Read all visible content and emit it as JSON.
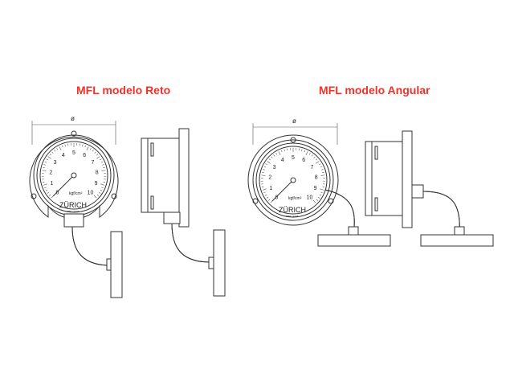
{
  "colors": {
    "title": "#e8352d",
    "line": "#333333"
  },
  "titles": {
    "reto": "MFL modelo Reto",
    "angular": "MFL modelo Angular"
  },
  "dimension_symbol": "ø",
  "dial": {
    "scale": [
      "0",
      "1",
      "2",
      "3",
      "4",
      "5",
      "6",
      "7",
      "8",
      "9",
      "10"
    ],
    "unit": "kgf/cm²",
    "brand": "ZÜRICH",
    "small_text": "NBR 14105",
    "pressure_unit_label": "kgf/cm²"
  }
}
